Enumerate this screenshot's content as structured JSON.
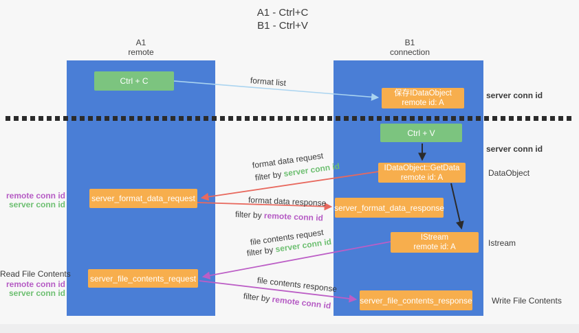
{
  "title": {
    "line1": "A1 - Ctrl+C",
    "line2": "B1 - Ctrl+V"
  },
  "lifelines": {
    "left": {
      "name": "A1",
      "role": "remote"
    },
    "right": {
      "name": "B1",
      "role": "connection"
    }
  },
  "nodes": {
    "ctrl_c": "Ctrl + C",
    "ctrl_v": "Ctrl + V",
    "save_dataobject": {
      "line1": "保存IDataObject",
      "line2": "remote id: A"
    },
    "getdata": {
      "line1": "IDataObject::GetData",
      "line2": "remote id: A"
    },
    "istream": {
      "line1": "IStream",
      "line2": "remote id: A"
    },
    "format_request": "server_format_data_request",
    "format_response": "server_format_data_response",
    "file_request": "server_file_contents_request",
    "file_response": "server_file_contents_response"
  },
  "edge_labels": {
    "format_list": "format list",
    "format_data_request": "format data request",
    "format_data_response": "format data response",
    "file_contents_request": "file contents request",
    "file_contents_response": "file contents response"
  },
  "terms": {
    "filter_by": "filter by ",
    "server_conn_id": "server conn id",
    "remote_conn_id": "remote conn id"
  },
  "side_labels": {
    "dataobject": "DataObject",
    "istream": "Istream",
    "read_file_contents": "Read File Contents",
    "write_file_contents": "Write File Contents"
  },
  "colors": {
    "background": "#f7f7f7",
    "lifeline_blue": "#4a7ed6",
    "node_green": "#7cc47f",
    "node_orange": "#f7ae4d",
    "arrow_red": "#e8695e",
    "arrow_purple": "#bc5ec6",
    "arrow_blue": "#aad4f0",
    "arrow_black": "#2b2b2b",
    "text_green": "#6dbf71",
    "text_purple": "#b55bc4",
    "text_dark": "#3a3a3a"
  }
}
